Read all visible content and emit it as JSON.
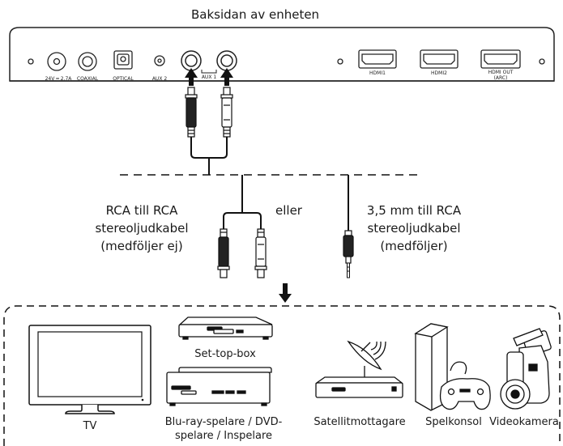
{
  "header": {
    "title": "Baksidan av enheten"
  },
  "ports": {
    "dc": "24V ═ 2.7A",
    "coaxial": "COAXIAL",
    "optical": "OPTICAL",
    "aux2": "AUX 2",
    "aux1": "AUX 1",
    "hdmi1": "HDMI1",
    "hdmi2": "HDMI2",
    "hdmi_out_line1": "HDMI OUT",
    "hdmi_out_line2": "(ARC)"
  },
  "cables": {
    "rca_line1": "RCA till RCA",
    "rca_line2": "stereoljudkabel",
    "rca_line3": "(medföljer ej)",
    "or": "eller",
    "jack_line1": "3,5 mm till RCA",
    "jack_line2": "stereoljudkabel",
    "jack_line3": "(medföljer)"
  },
  "devices": {
    "tv": "TV",
    "settop": "Set-top-box",
    "bluray_line1": "Blu-ray-spelare / DVD-",
    "bluray_line2": "spelare / Inspelare",
    "satellite": "Satellitmottagare",
    "console": "Spelkonsol",
    "camcorder": "Videokamera"
  }
}
